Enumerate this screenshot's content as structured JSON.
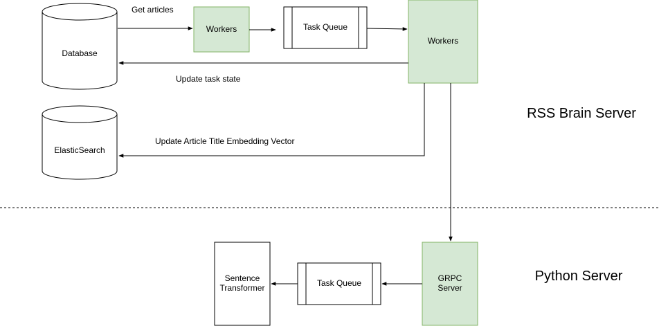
{
  "diagram": {
    "regions": {
      "top": "RSS Brain Server",
      "bottom": "Python Server"
    },
    "nodes": {
      "database": "Database",
      "elasticsearch": "ElasticSearch",
      "workers_small": "Workers",
      "task_queue_top": "Task Queue",
      "workers_main": "Workers",
      "grpc_server": [
        "GRPC",
        "Server"
      ],
      "task_queue_bottom": "Task Queue",
      "sentence_transformer": [
        "Sentence",
        "Transformer"
      ]
    },
    "edges": {
      "get_articles": "Get articles",
      "update_task_state": "Update task state",
      "update_embedding": "Update Article Title Embedding Vector"
    },
    "colors": {
      "worker_fill": "#d5e8d4",
      "worker_stroke": "#82b366",
      "line": "#000000",
      "background": "#ffffff"
    }
  }
}
